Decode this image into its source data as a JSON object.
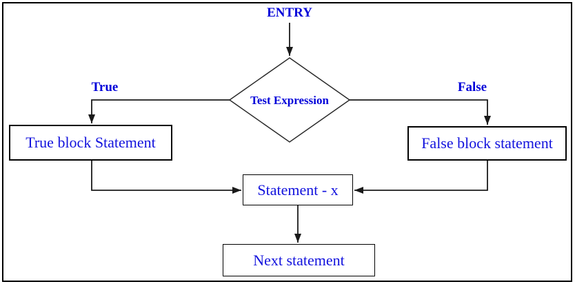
{
  "diagram": {
    "type": "flowchart",
    "subject": "if-else decision control flow",
    "nodes": {
      "entry": {
        "label": "ENTRY",
        "shape": "text"
      },
      "decision": {
        "label": "Test Expression",
        "shape": "diamond"
      },
      "true_branch": {
        "label": "True"
      },
      "false_branch": {
        "label": "False"
      },
      "true_block": {
        "label": "True block Statement",
        "shape": "rectangle"
      },
      "false_block": {
        "label": "False block statement",
        "shape": "rectangle"
      },
      "statement_x": {
        "label": "Statement - x",
        "shape": "rectangle"
      },
      "next_statement": {
        "label": "Next statement",
        "shape": "rectangle"
      }
    },
    "edges": [
      "entry -> decision",
      "decision -> true_block (True)",
      "decision -> false_block (False)",
      "true_block -> statement_x",
      "false_block -> statement_x",
      "statement_x -> next_statement"
    ],
    "colors": {
      "text_blue": "#1212dd",
      "label_blue": "#0000d9",
      "line_black": "#1a1a1a",
      "border_black": "#000000",
      "background": "#ffffff"
    }
  }
}
